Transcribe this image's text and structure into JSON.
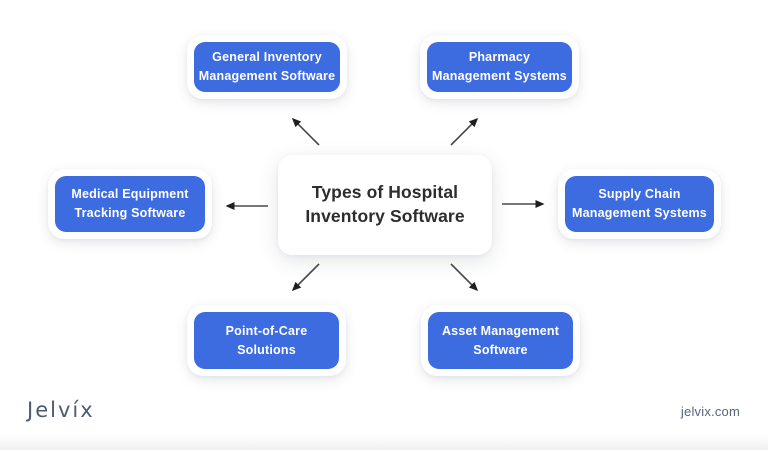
{
  "diagram": {
    "center": {
      "line1": "Types of Hospital",
      "line2": "Inventory Software"
    },
    "nodes": {
      "general_inventory": {
        "line1": "General Inventory",
        "line2": "Management Software"
      },
      "pharmacy": {
        "line1": "Pharmacy",
        "line2": "Management Systems"
      },
      "medical_equipment": {
        "line1": "Medical Equipment",
        "line2": "Tracking Software"
      },
      "supply_chain": {
        "line1": "Supply Chain",
        "line2": "Management Systems"
      },
      "point_of_care": {
        "line1": "Point-of-Care",
        "line2": "Solutions"
      },
      "asset_management": {
        "line1": "Asset Management",
        "line2": "Software"
      }
    },
    "icons": {
      "connector_arrow": "thin dark line with solid triangular arrowhead pointing outward from center"
    },
    "colors": {
      "node_fill": "#3d6be0",
      "node_text": "#ffffff",
      "card_frame": "#ffffff",
      "center_text": "#2d2d2d",
      "arrow": "#4a4a4a",
      "arrowhead": "#1f1f1f",
      "footer_text": "#4d5c74",
      "background": "#ffffff"
    }
  },
  "footer": {
    "logo_text": "Jelvíx",
    "site_text": "jelvix.com"
  }
}
